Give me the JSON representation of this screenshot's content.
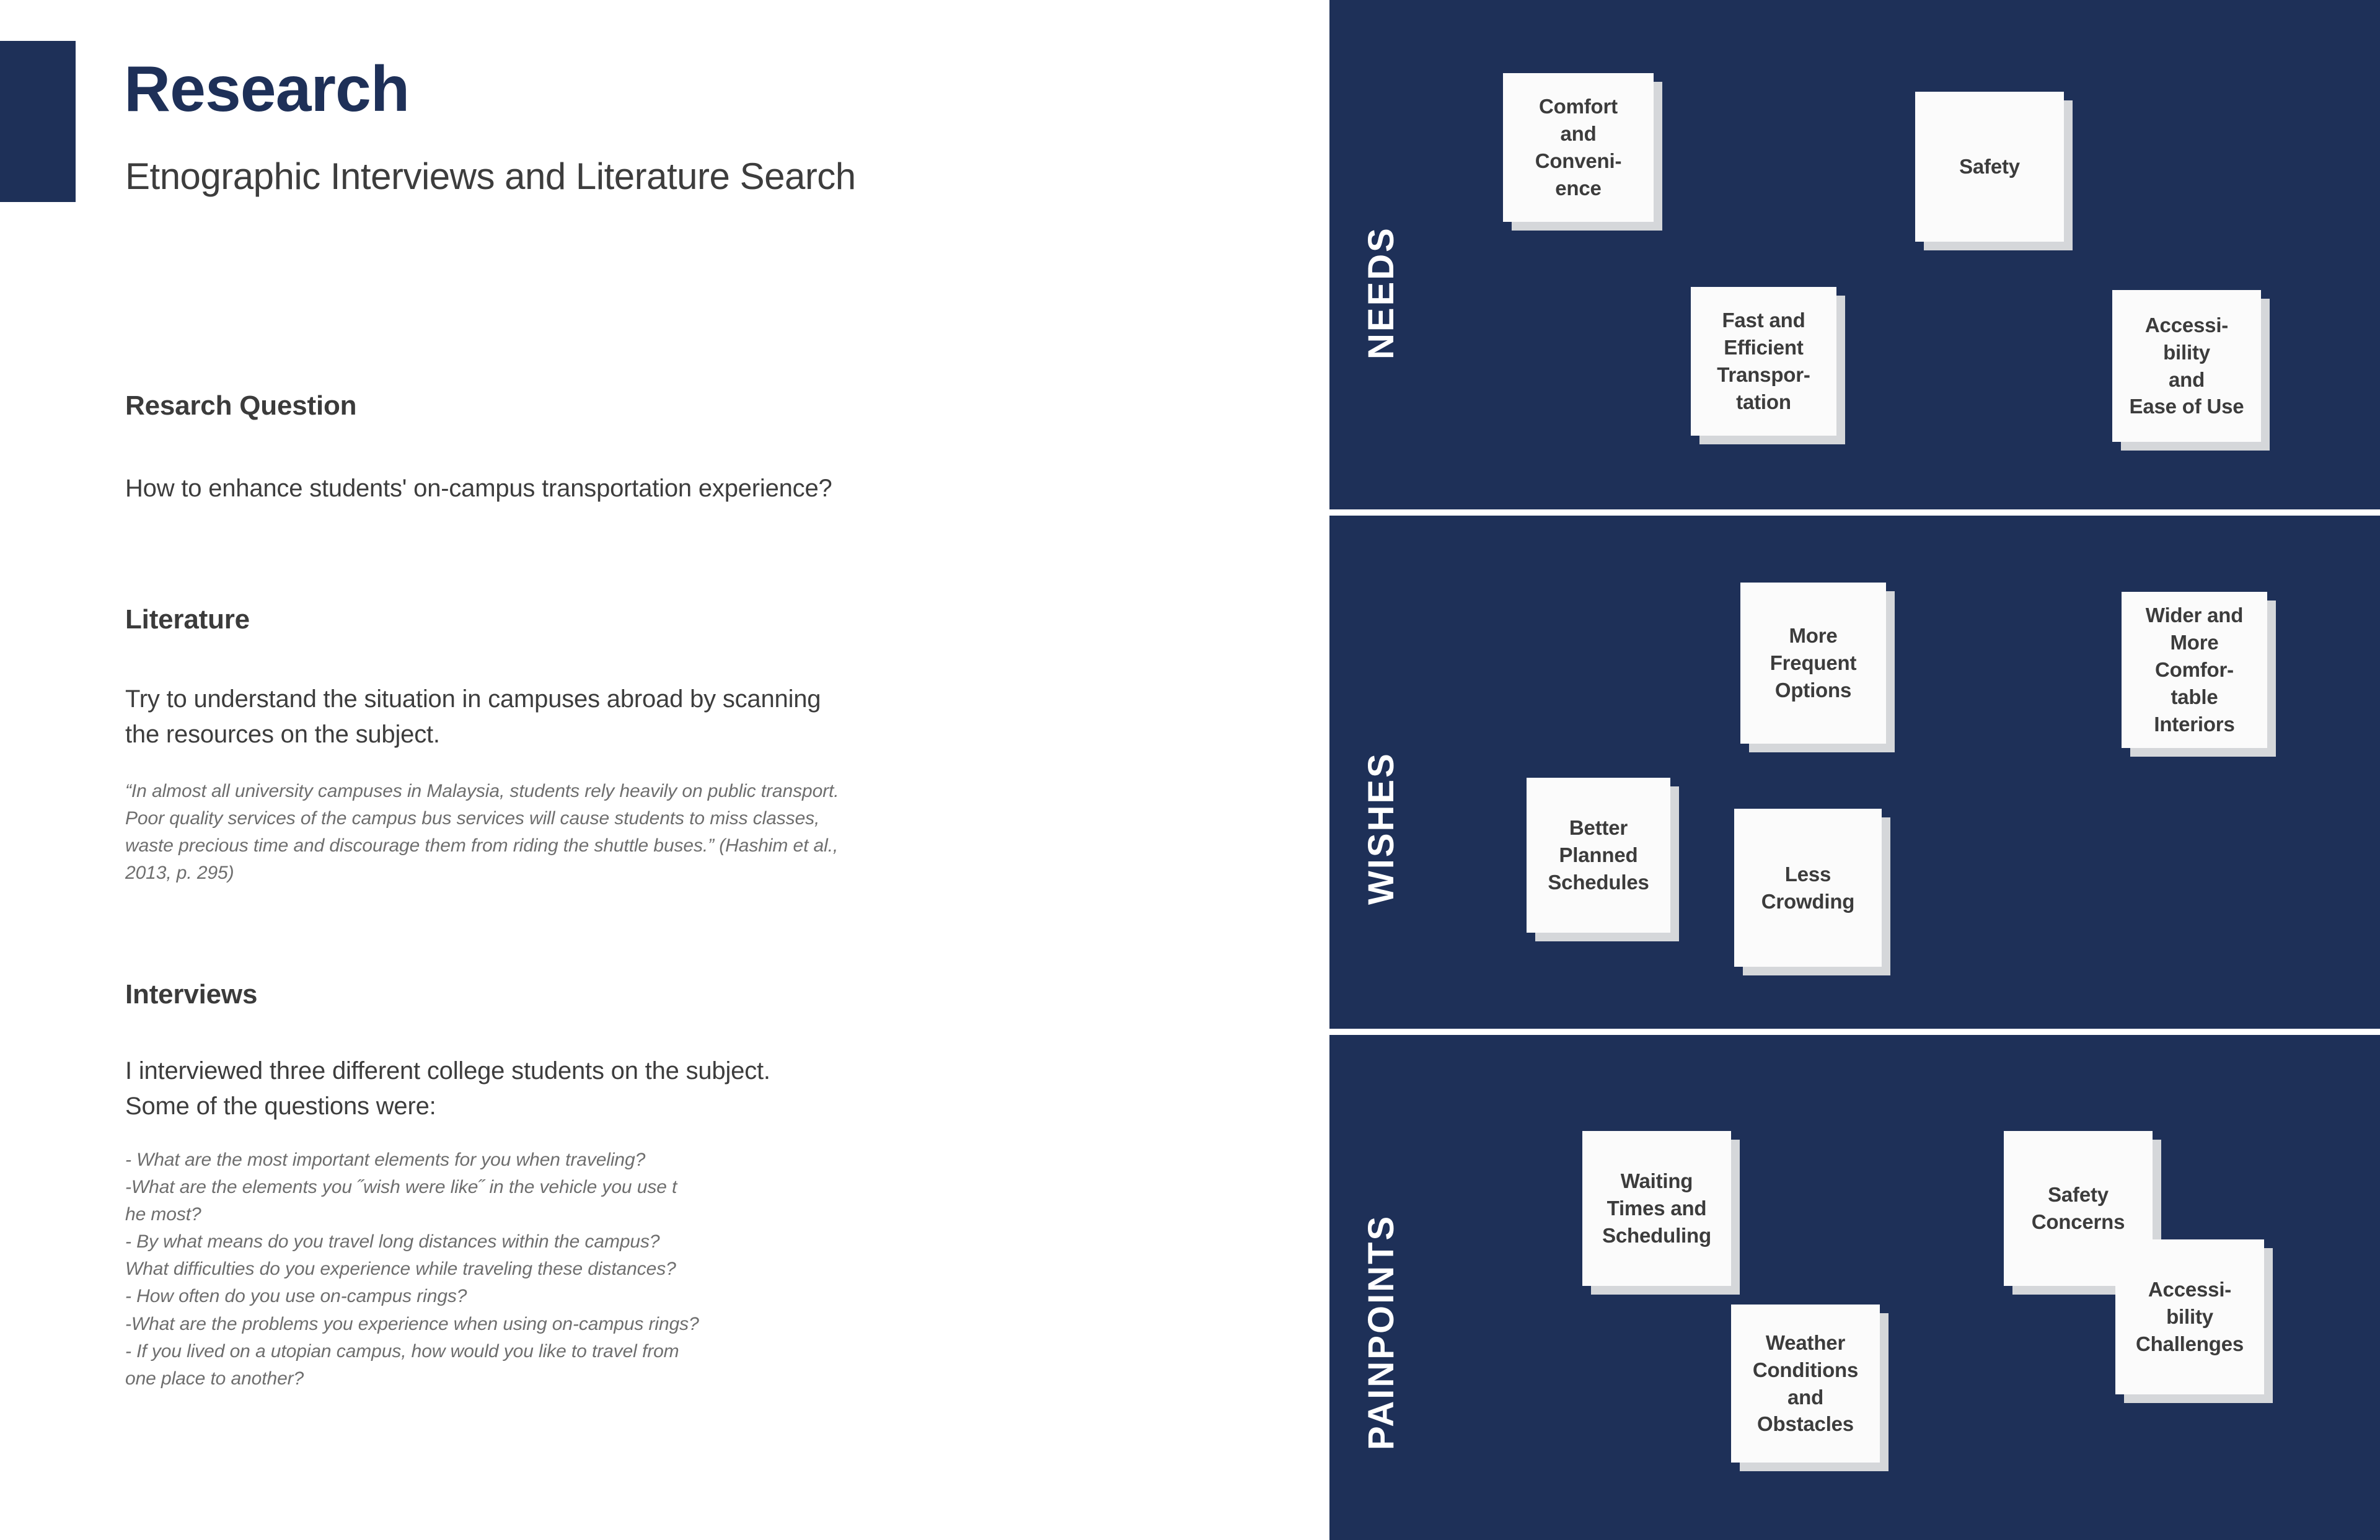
{
  "header": {
    "title": "Research",
    "subtitle": "Etnographic Interviews and Literature Search",
    "accent_color": "#1e3058"
  },
  "left": {
    "research_question": {
      "heading": "Resarch Question",
      "text": "How to enhance students' on-campus transportation experience?"
    },
    "literature": {
      "heading": "Literature",
      "intro": "Try to understand the situation in campuses abroad by scanning\nthe resources on the subject.",
      "quote": "“In almost all university campuses in Malaysia, students rely heavily on public transport.\nPoor quality services of the campus bus services will cause students to miss classes,\nwaste precious time and discourage them from riding the shuttle buses.” (Hashim et al.,\n2013, p. 295)"
    },
    "interviews": {
      "heading": "Interviews",
      "intro": "I interviewed three different college students on the subject.\nSome of the questions were:",
      "questions": "- What are the most important elements for you when traveling?\n-What are the elements you ˝wish were like˝ in the vehicle you use t\nhe most?\n- By what means do you travel long distances within the campus?\nWhat difficulties do you experience while traveling these distances?\n- How often do you use on-campus rings?\n-What are the problems you experience when using on-campus rings?\n- If you lived on a utopian campus, how would you like to travel from\none place to another?"
    }
  },
  "right": {
    "panel_color": "#1e3058",
    "card_color": "#fbfbfb",
    "card_shadow_color": "#d5d7da",
    "bands": [
      {
        "label": "NEEDS",
        "cards": [
          {
            "text": "Comfort\nand\nConveni-\nence"
          },
          {
            "text": "Safety"
          },
          {
            "text": "Fast and\nEfficient\nTranspor-\ntation"
          },
          {
            "text": "Accessi-\nbility\nand\nEase of Use"
          }
        ]
      },
      {
        "label": "WISHES",
        "cards": [
          {
            "text": "More\nFrequent\nOptions"
          },
          {
            "text": "Wider and\nMore\nComfor-\ntable\nInteriors"
          },
          {
            "text": "Better\nPlanned\nSchedules"
          },
          {
            "text": "Less\nCrowding"
          }
        ]
      },
      {
        "label": "PAINPOINTS",
        "cards": [
          {
            "text": "Waiting\nTimes and\nScheduling"
          },
          {
            "text": "Safety\nConcerns"
          },
          {
            "text": "Weather\nConditions\nand\nObstacles"
          },
          {
            "text": "Accessi-\nbility\nChallenges"
          }
        ]
      }
    ]
  }
}
